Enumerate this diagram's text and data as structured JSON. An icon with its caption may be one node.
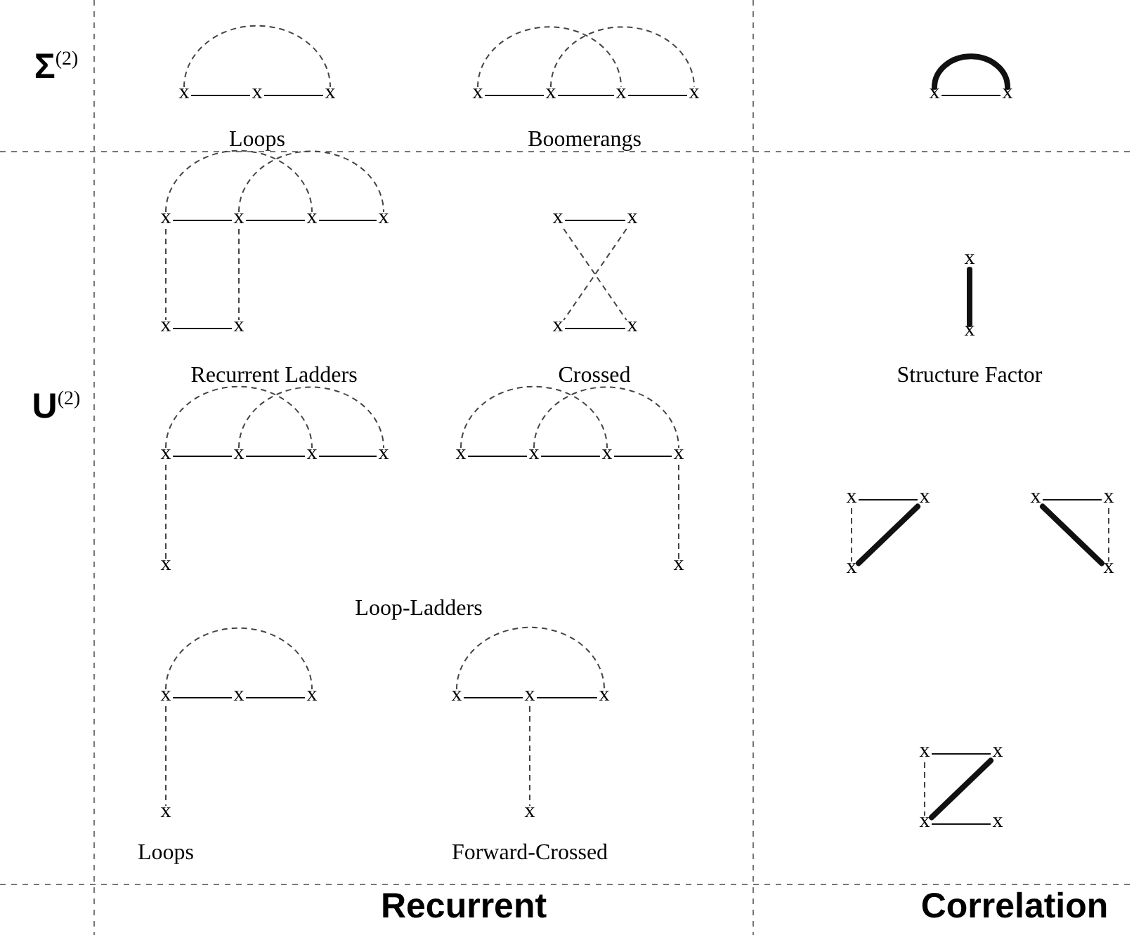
{
  "diagram": {
    "nodes": [
      {
        "text": [
          "x"
        ]
      },
      {
        "text": [
          "x"
        ]
      },
      {
        "text": [
          "x"
        ]
      },
      {
        "text": [
          "x"
        ]
      },
      {
        "text": [
          "x"
        ]
      },
      {
        "text": [
          "x"
        ]
      },
      {
        "text": [
          "x"
        ]
      },
      {
        "text": [
          "x"
        ]
      },
      {
        "text": [
          "x"
        ]
      },
      {
        "text": [
          "x"
        ]
      },
      {
        "text": [
          "x"
        ]
      },
      {
        "text": [
          "x"
        ]
      },
      {
        "text": [
          "x"
        ]
      },
      {
        "text": [
          "x"
        ]
      },
      {
        "text": [
          "x"
        ]
      },
      {
        "text": [
          "x"
        ]
      },
      {
        "text": [
          "x"
        ]
      },
      {
        "text": [
          "x"
        ]
      },
      {
        "text": [
          "x"
        ]
      },
      {
        "text": [
          "x"
        ]
      },
      {
        "text": [
          "x"
        ]
      },
      {
        "text": [
          "x"
        ]
      },
      {
        "text": [
          "x"
        ]
      },
      {
        "text": [
          "x"
        ]
      },
      {
        "text": [
          "x"
        ]
      },
      {
        "text": [
          "x"
        ]
      },
      {
        "text": [
          "x"
        ]
      },
      {
        "text": [
          "x"
        ]
      },
      {
        "text": [
          "x"
        ]
      },
      {
        "text": [
          "x"
        ]
      },
      {
        "text": [
          "x"
        ]
      },
      {
        "text": [
          "x"
        ]
      },
      {
        "text": [
          "x"
        ]
      },
      {
        "text": [
          "x"
        ]
      },
      {
        "text": [
          "x"
        ]
      },
      {
        "text": [
          "x"
        ]
      },
      {
        "text": [
          "x"
        ]
      },
      {
        "text": [
          "x"
        ]
      },
      {
        "text": [
          "x"
        ]
      },
      {
        "text": [
          "x"
        ]
      },
      {
        "text": [
          "x"
        ]
      },
      {
        "text": [
          "x"
        ]
      },
      {
        "text": [
          "x"
        ]
      },
      {
        "text": [
          "x"
        ]
      },
      {
        "text": [
          "x"
        ]
      },
      {
        "text": [
          "x"
        ]
      },
      {
        "text": [
          "x"
        ]
      },
      {
        "text": [
          "x"
        ]
      },
      {
        "text": [
          "x"
        ]
      }
    ],
    "edges": [
      {
        "from": 0,
        "to": 1,
        "arrow": "none"
      },
      {
        "from": 1,
        "to": 2,
        "arrow": "none"
      },
      {
        "from": 0,
        "to": 2,
        "arrow": "none",
        "style": "dashed"
      },
      {
        "from": 3,
        "to": 4,
        "arrow": "none"
      },
      {
        "from": 4,
        "to": 5,
        "arrow": "none"
      },
      {
        "from": 5,
        "to": 6,
        "arrow": "none"
      },
      {
        "from": 3,
        "to": 5,
        "arrow": "none",
        "style": "dashed"
      },
      {
        "from": 4,
        "to": 6,
        "arrow": "none",
        "style": "dashed"
      },
      {
        "from": 7,
        "to": 8,
        "arrow": "none"
      },
      {
        "from": 7,
        "to": 8,
        "arrow": "none",
        "style": "thick"
      },
      {
        "from": 9,
        "to": 10,
        "arrow": "none"
      },
      {
        "from": 10,
        "to": 11,
        "arrow": "none"
      },
      {
        "from": 11,
        "to": 12,
        "arrow": "none"
      },
      {
        "from": 9,
        "to": 11,
        "arrow": "none",
        "style": "dashed"
      },
      {
        "from": 10,
        "to": 12,
        "arrow": "none",
        "style": "dashed"
      },
      {
        "from": 13,
        "to": 14,
        "arrow": "none"
      },
      {
        "from": 9,
        "to": 13,
        "arrow": "none",
        "style": "dashed"
      },
      {
        "from": 10,
        "to": 14,
        "arrow": "none",
        "style": "dashed"
      },
      {
        "from": 15,
        "to": 16,
        "arrow": "none"
      },
      {
        "from": 17,
        "to": 18,
        "arrow": "none"
      },
      {
        "from": 15,
        "to": 18,
        "arrow": "none",
        "style": "dashed"
      },
      {
        "from": 16,
        "to": 17,
        "arrow": "none",
        "style": "dashed"
      },
      {
        "from": 19,
        "to": 20,
        "arrow": "none",
        "style": "thick"
      },
      {
        "from": 21,
        "to": 22,
        "arrow": "none"
      },
      {
        "from": 22,
        "to": 23,
        "arrow": "none"
      },
      {
        "from": 23,
        "to": 24,
        "arrow": "none"
      },
      {
        "from": 21,
        "to": 23,
        "arrow": "none",
        "style": "dashed"
      },
      {
        "from": 22,
        "to": 24,
        "arrow": "none",
        "style": "dashed"
      },
      {
        "from": 21,
        "to": 25,
        "arrow": "none",
        "style": "dashed"
      },
      {
        "from": 26,
        "to": 27,
        "arrow": "none"
      },
      {
        "from": 27,
        "to": 28,
        "arrow": "none"
      },
      {
        "from": 28,
        "to": 29,
        "arrow": "none"
      },
      {
        "from": 26,
        "to": 28,
        "arrow": "none",
        "style": "dashed"
      },
      {
        "from": 27,
        "to": 29,
        "arrow": "none",
        "style": "dashed"
      },
      {
        "from": 29,
        "to": 30,
        "arrow": "none",
        "style": "dashed"
      },
      {
        "from": 31,
        "to": 32,
        "arrow": "none"
      },
      {
        "from": 31,
        "to": 33,
        "arrow": "none",
        "style": "dashed"
      },
      {
        "from": 32,
        "to": 33,
        "arrow": "none",
        "style": "thick"
      },
      {
        "from": 34,
        "to": 35,
        "arrow": "none"
      },
      {
        "from": 35,
        "to": 36,
        "arrow": "none",
        "style": "dashed"
      },
      {
        "from": 34,
        "to": 36,
        "arrow": "none",
        "style": "thick"
      },
      {
        "from": 37,
        "to": 38,
        "arrow": "none"
      },
      {
        "from": 38,
        "to": 39,
        "arrow": "none"
      },
      {
        "from": 37,
        "to": 39,
        "arrow": "none",
        "style": "dashed"
      },
      {
        "from": 37,
        "to": 40,
        "arrow": "none",
        "style": "dashed"
      },
      {
        "from": 41,
        "to": 42,
        "arrow": "none"
      },
      {
        "from": 42,
        "to": 43,
        "arrow": "none"
      },
      {
        "from": 41,
        "to": 43,
        "arrow": "none",
        "style": "dashed"
      },
      {
        "from": 42,
        "to": 44,
        "arrow": "none",
        "style": "dashed"
      },
      {
        "from": 45,
        "to": 46,
        "arrow": "none"
      },
      {
        "from": 47,
        "to": 48,
        "arrow": "none"
      },
      {
        "from": 45,
        "to": 47,
        "arrow": "none",
        "style": "dashed"
      },
      {
        "from": 46,
        "to": 47,
        "arrow": "none",
        "style": "thick"
      }
    ],
    "labels": [
      "Σ$^{(2)}$",
      "Loops",
      "Boomerangs",
      "U$^{(2)}$",
      "Recurrent Ladders",
      "Crossed",
      "Structure Factor",
      "Loop-Ladders",
      "Loops",
      "Forward-Crossed",
      "Recurrent",
      "Correlation"
    ]
  }
}
